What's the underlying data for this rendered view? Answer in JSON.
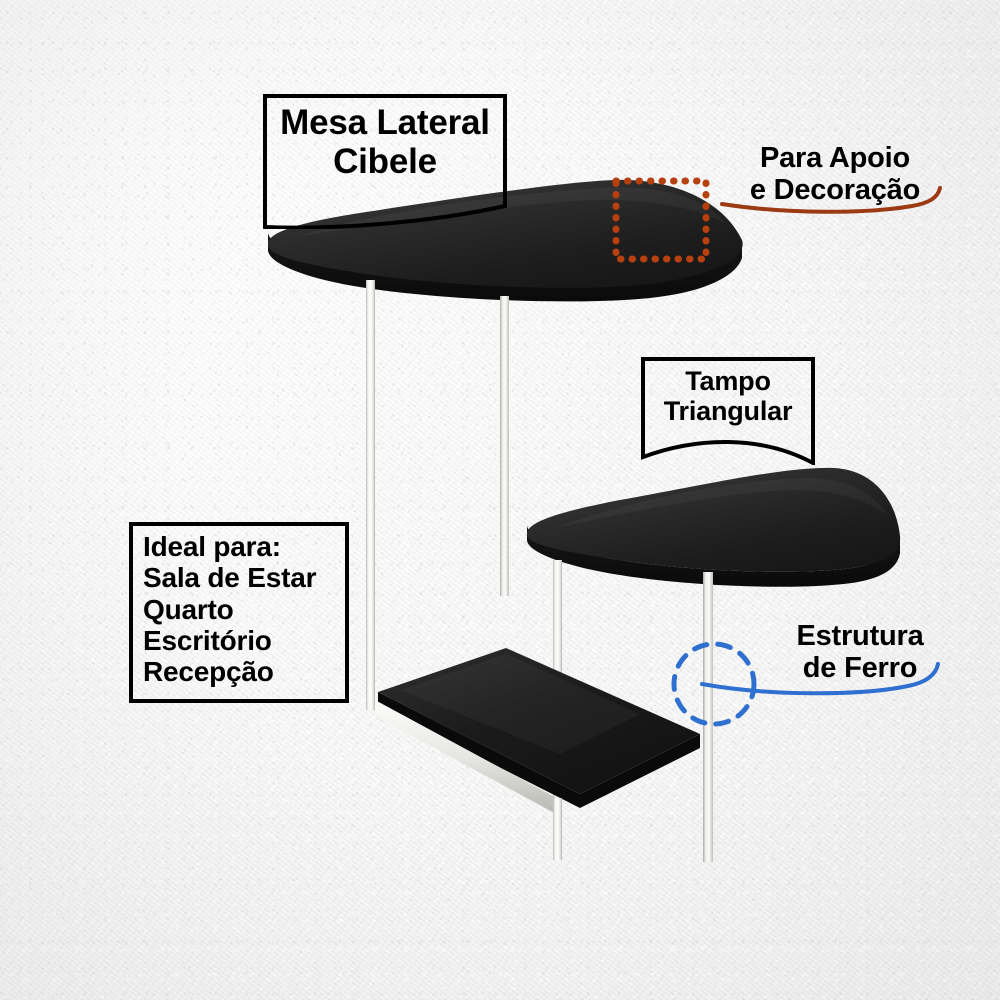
{
  "product": {
    "title_line1": "Mesa Lateral",
    "title_line2": "Cibele"
  },
  "callouts": {
    "apoio": {
      "line1": "Para Apoio",
      "line2": "e Decoração",
      "accent_color": "#9C3A13",
      "marker": "dotted-square-highlight"
    },
    "tampo": {
      "line1": "Tampo",
      "line2": "Triangular"
    },
    "ferro": {
      "line1": "Estrutura",
      "line2": "de Ferro",
      "accent_color": "#2E6FD0",
      "marker": "dashed-circle-highlight"
    },
    "ideal": {
      "heading": "Ideal para:",
      "items": [
        "Sala de Estar",
        "Quarto",
        "Escritório",
        "Recepção"
      ]
    }
  },
  "colors": {
    "background": "#F4F4F4",
    "tabletop": "#1A1A1A",
    "frame_metal": "#E8E8E6",
    "label_border": "#000000",
    "orange_marker": "#B7400F",
    "blue_marker": "#2E6FD0"
  }
}
